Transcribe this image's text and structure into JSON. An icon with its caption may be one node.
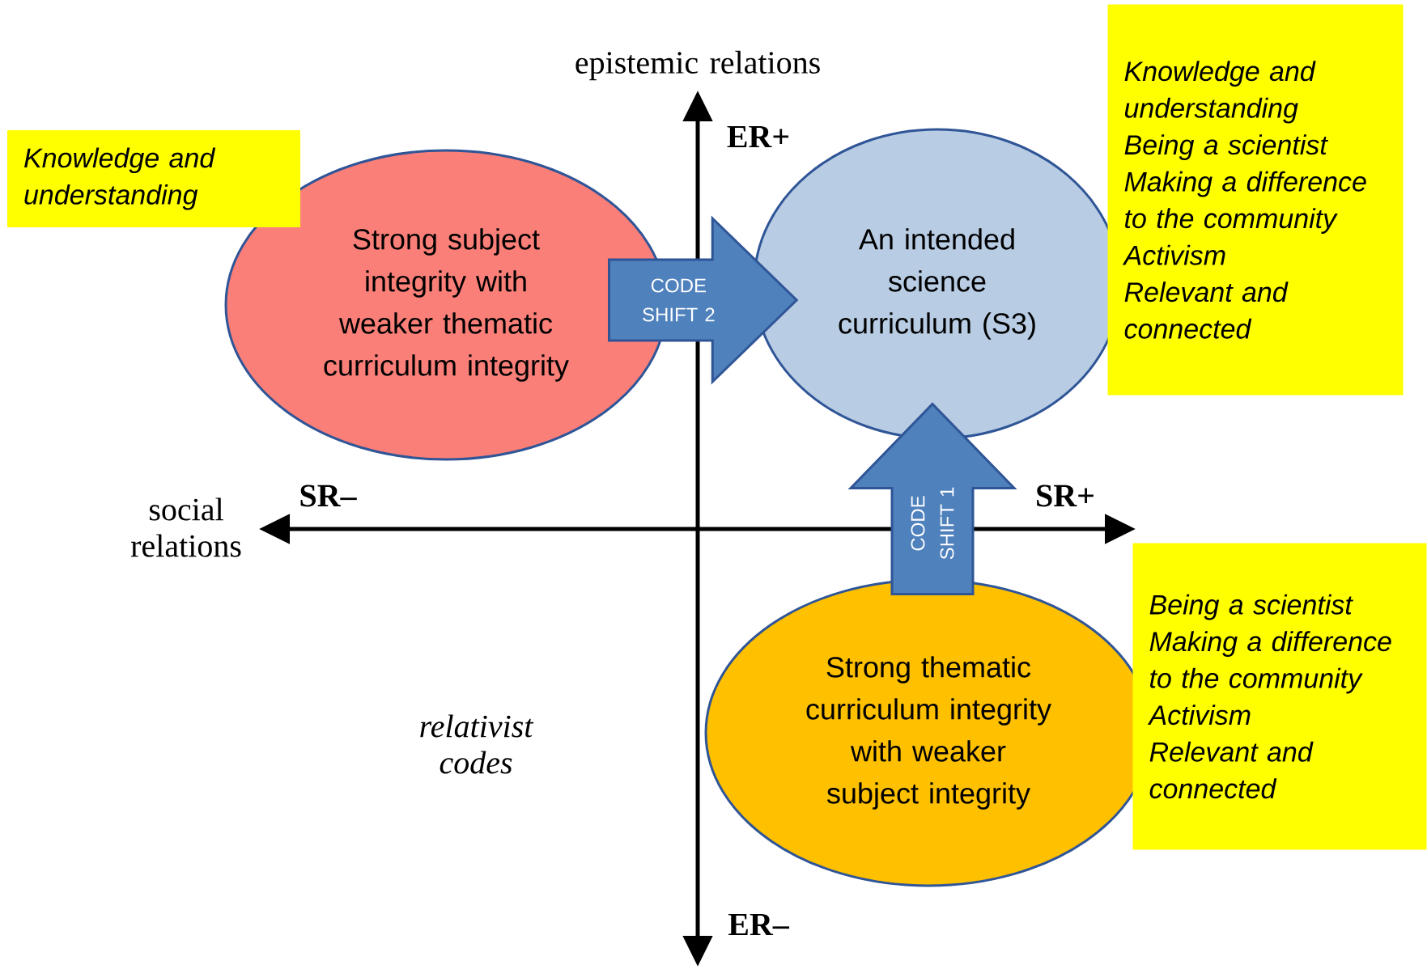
{
  "diagram": {
    "nodes": [
      {
        "text": [
          "Strong subject integrity with weaker thematic curriculum integrity"
        ]
      },
      {
        "text": [
          "An intended science curriculum (S3)"
        ]
      },
      {
        "text": [
          "Strong thematic curriculum integrity with weaker subject integrity"
        ]
      },
      {
        "text": [
          "Knowledge and understanding"
        ]
      },
      {
        "text": [
          "Knowledge and understanding",
          "Being a scientist",
          "Making a difference to the community",
          "Activism",
          "Relevant and connected"
        ]
      },
      {
        "text": [
          "Being a scientist",
          "Making a difference to the community",
          "Activism",
          "Relevant and connected"
        ]
      }
    ],
    "edges": [
      {
        "from": 0,
        "to": 1,
        "arrow": "to",
        "label": "CODE SHIFT 2"
      },
      {
        "from": 2,
        "to": 1,
        "arrow": "to",
        "label": "CODE SHIFT 1"
      }
    ],
    "labels": [
      "epistemic relations",
      "ER+",
      "SR–",
      "SR+",
      "social relations",
      "relativist codes",
      "ER–"
    ]
  }
}
